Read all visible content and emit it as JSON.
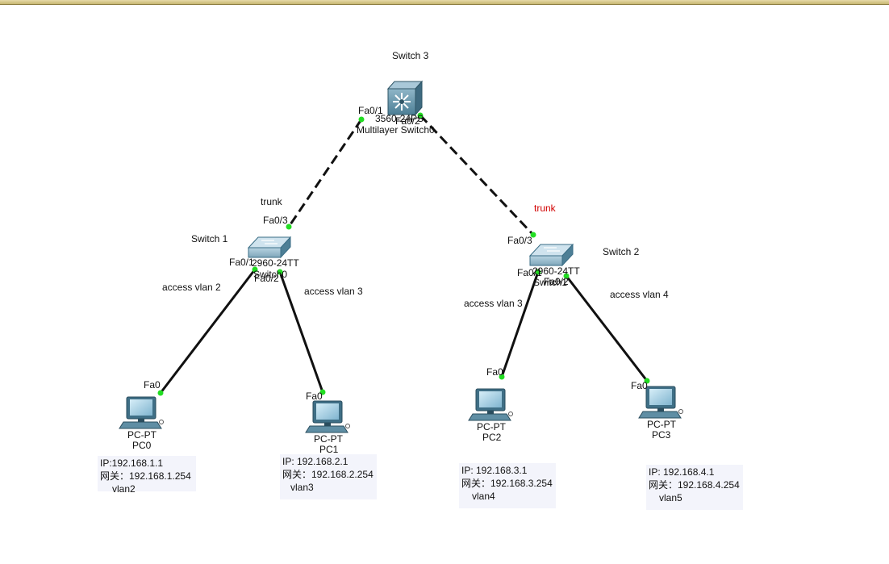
{
  "colors": {
    "link": "#111111",
    "port_up": "#22dd22",
    "trunk_label": "#d20000",
    "note_bg": "#f3f4fb"
  },
  "devices": {
    "ml_switch": {
      "title": "Switch 3",
      "model": "3560-24PS",
      "name": "Multilayer Switch0",
      "icon": "multilayer-switch-icon"
    },
    "switch1": {
      "title": "Switch 1",
      "model": "2960-24TT",
      "name": "Switch0",
      "icon": "switch-icon"
    },
    "switch2": {
      "title": "Switch 2",
      "model": "2960-24TT",
      "name": "Switch1",
      "icon": "switch-icon"
    },
    "pc0": {
      "type": "PC-PT",
      "name": "PC0",
      "icon": "pc-icon"
    },
    "pc1": {
      "type": "PC-PT",
      "name": "PC1",
      "icon": "pc-icon"
    },
    "pc2": {
      "type": "PC-PT",
      "name": "PC2",
      "icon": "pc-icon"
    },
    "pc3": {
      "type": "PC-PT",
      "name": "PC3",
      "icon": "pc-icon"
    }
  },
  "ports": {
    "ml_fa01": "Fa0/1",
    "ml_fa02": "Fa0/2",
    "s1_fa03": "Fa0/3",
    "s1_fa01": "Fa0/1",
    "s1_fa02": "Fa0/2",
    "s2_fa03": "Fa0/3",
    "s2_fa01": "Fa0/1",
    "s2_fa02": "Fa0/2",
    "pc0_fa0": "Fa0",
    "pc1_fa0": "Fa0",
    "pc2_fa0": "Fa0",
    "pc3_fa0": "Fa0"
  },
  "link_labels": {
    "trunk_left": "trunk",
    "trunk_right": "trunk",
    "pc0": "access vlan 2",
    "pc1": "access vlan 3",
    "pc2": "access vlan 3",
    "pc3": "access vlan 4"
  },
  "notes": {
    "pc0": {
      "ip": "IP:192.168.1.1",
      "gw": "网关：192.168.1.254",
      "vlan": "vlan2"
    },
    "pc1": {
      "ip": "IP:  192.168.2.1",
      "gw": "网关：192.168.2.254",
      "vlan": "vlan3"
    },
    "pc2": {
      "ip": "IP:  192.168.3.1",
      "gw": "网关：192.168.3.254",
      "vlan": "vlan4"
    },
    "pc3": {
      "ip": "IP:  192.168.4.1",
      "gw": "网关：192.168.4.254",
      "vlan": "vlan5"
    }
  }
}
